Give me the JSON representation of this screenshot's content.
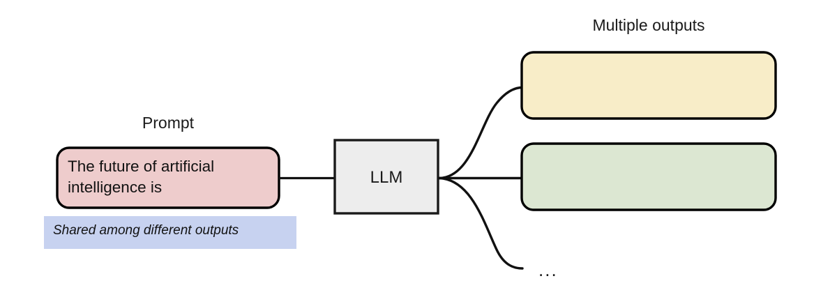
{
  "diagram": {
    "title_hidden": "",
    "prompt": {
      "label": "Prompt",
      "text": "The future of artificial intelligence is",
      "fill": "#EECCCC",
      "stroke": "#000000"
    },
    "shared_note": {
      "text": "Shared among different outputs",
      "fill": "#C7D2F0"
    },
    "model": {
      "label": "LLM",
      "fill": "#EDEDED",
      "stroke": "#1a1a1a"
    },
    "outputs": {
      "label": "Multiple outputs",
      "ellipsis": "...",
      "boxes": [
        {
          "name": "output-1",
          "fill": "#F8EDC8",
          "text": ""
        },
        {
          "name": "output-2",
          "fill": "#DCE7D2",
          "text": ""
        }
      ]
    },
    "colors": {
      "background": "#FFFFFF",
      "line": "#111111",
      "prompt_fill": "#EECCCC",
      "note_fill": "#C7D2F0",
      "model_fill": "#EDEDED",
      "output_1_fill": "#F8EDC8",
      "output_2_fill": "#DCE7D2"
    }
  }
}
